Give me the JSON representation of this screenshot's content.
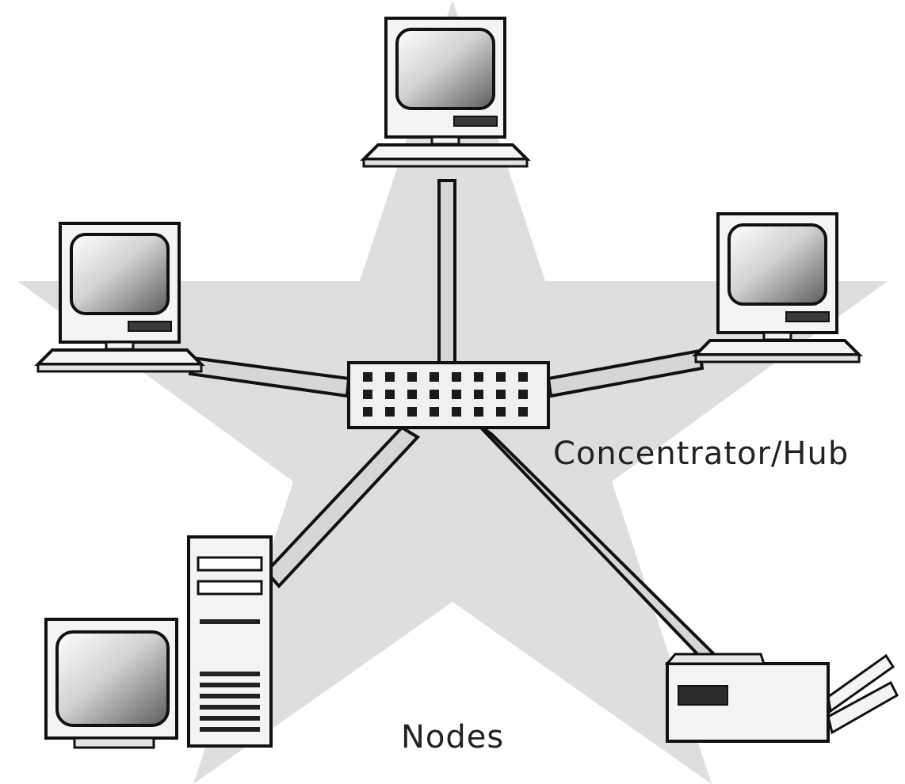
{
  "labels": {
    "hub": "Concentrator/Hub",
    "nodes": "Nodes"
  },
  "colors": {
    "ink": "#111111",
    "star": "#dedede",
    "cable": "#d6d6d6",
    "device": "#f4f4f4",
    "screen_light": "#ffffff",
    "screen_dark": "#6e6e6e"
  },
  "icons": [
    "star-backdrop",
    "hub-icon",
    "computer-icon",
    "tower-computer-icon",
    "printer-icon"
  ]
}
